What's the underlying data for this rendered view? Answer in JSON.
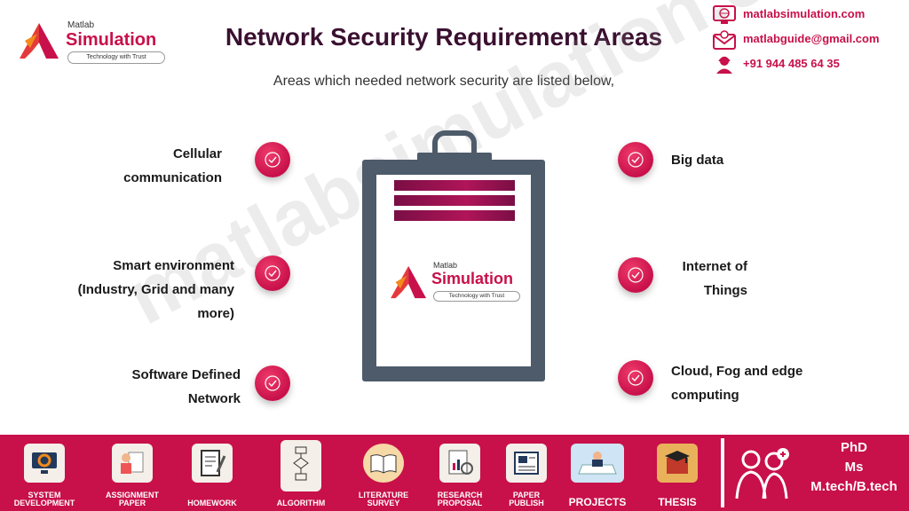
{
  "header": {
    "logo": {
      "small": "Matlab",
      "word": "Simulation",
      "tagline": "Technology with Trust"
    },
    "title": "Network Security Requirement Areas",
    "subtitle": "Areas which needed network security are listed below,"
  },
  "contact": {
    "website": "matlabsimulation.com",
    "email": "matlabguide@gmail.com",
    "phone": "+91 944 485 64 35"
  },
  "watermark": "matlabsimulation.com",
  "items_left": [
    {
      "lines": [
        "Cellular",
        "communication"
      ]
    },
    {
      "lines": [
        "Smart environment",
        "(Industry, Grid and many",
        "more)"
      ]
    },
    {
      "lines": [
        "Software Defined",
        "Network"
      ]
    }
  ],
  "items_right": [
    {
      "lines": [
        "Big data"
      ]
    },
    {
      "lines": [
        "Internet of",
        "Things"
      ]
    },
    {
      "lines": [
        "Cloud, Fog and edge",
        "computing"
      ]
    }
  ],
  "clipboard_logo": {
    "small": "Matlab",
    "word": "Simulation",
    "tagline": "Technology with Trust"
  },
  "footer": {
    "items": [
      {
        "label1": "SYSTEM",
        "label2": "DEVELOPMENT",
        "icon": "monitor-gear-icon"
      },
      {
        "label1": "ASSIGNMENT",
        "label2": "PAPER",
        "icon": "person-paper-icon"
      },
      {
        "label1": "HOMEWORK",
        "label2": "",
        "icon": "notebook-pen-icon"
      },
      {
        "label1": "ALGORITHM",
        "label2": "",
        "icon": "flowchart-icon"
      },
      {
        "label1": "LITERATURE",
        "label2": "SURVEY",
        "icon": "open-book-icon"
      },
      {
        "label1": "RESEARCH",
        "label2": "PROPOSAL",
        "icon": "document-chart-icon"
      },
      {
        "label1": "PAPER",
        "label2": "PUBLISH",
        "icon": "newspaper-icon"
      },
      {
        "label1": "PROJECTS",
        "label2": "",
        "icon": "blueprint-person-icon"
      },
      {
        "label1": "THESIS",
        "label2": "",
        "icon": "graduation-book-icon"
      }
    ],
    "degrees": [
      "PhD",
      "Ms",
      "M.tech/B.tech"
    ]
  },
  "colors": {
    "brand": "#c8104a",
    "clipboard": "#4d5b6a",
    "title": "#3a1030"
  }
}
